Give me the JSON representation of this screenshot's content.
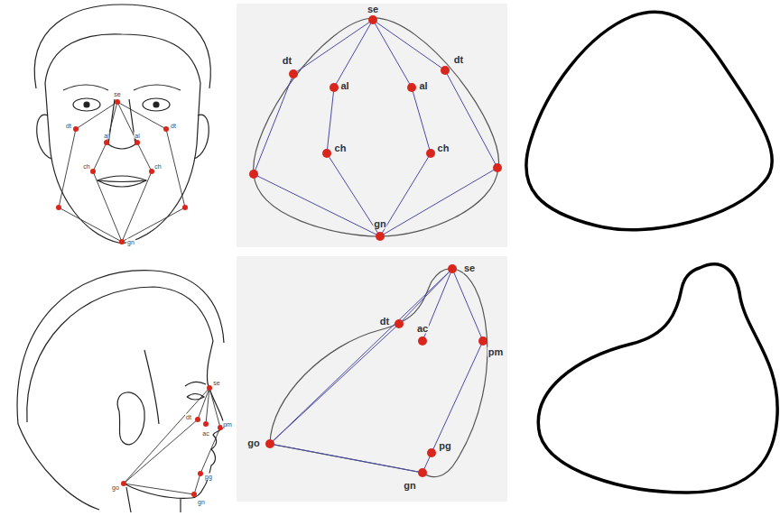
{
  "diagram": {
    "labels": [
      "se",
      "dt",
      "al",
      "al",
      "dt",
      "ch",
      "ch",
      "gn",
      "se",
      "dt",
      "al",
      "al",
      "dt",
      "ch",
      "ch",
      "gn",
      "se",
      "dt",
      "ac",
      "pm",
      "pg",
      "go",
      "gn",
      "se",
      "dt",
      "ac",
      "pm",
      "go",
      "pg",
      "gn"
    ]
  }
}
